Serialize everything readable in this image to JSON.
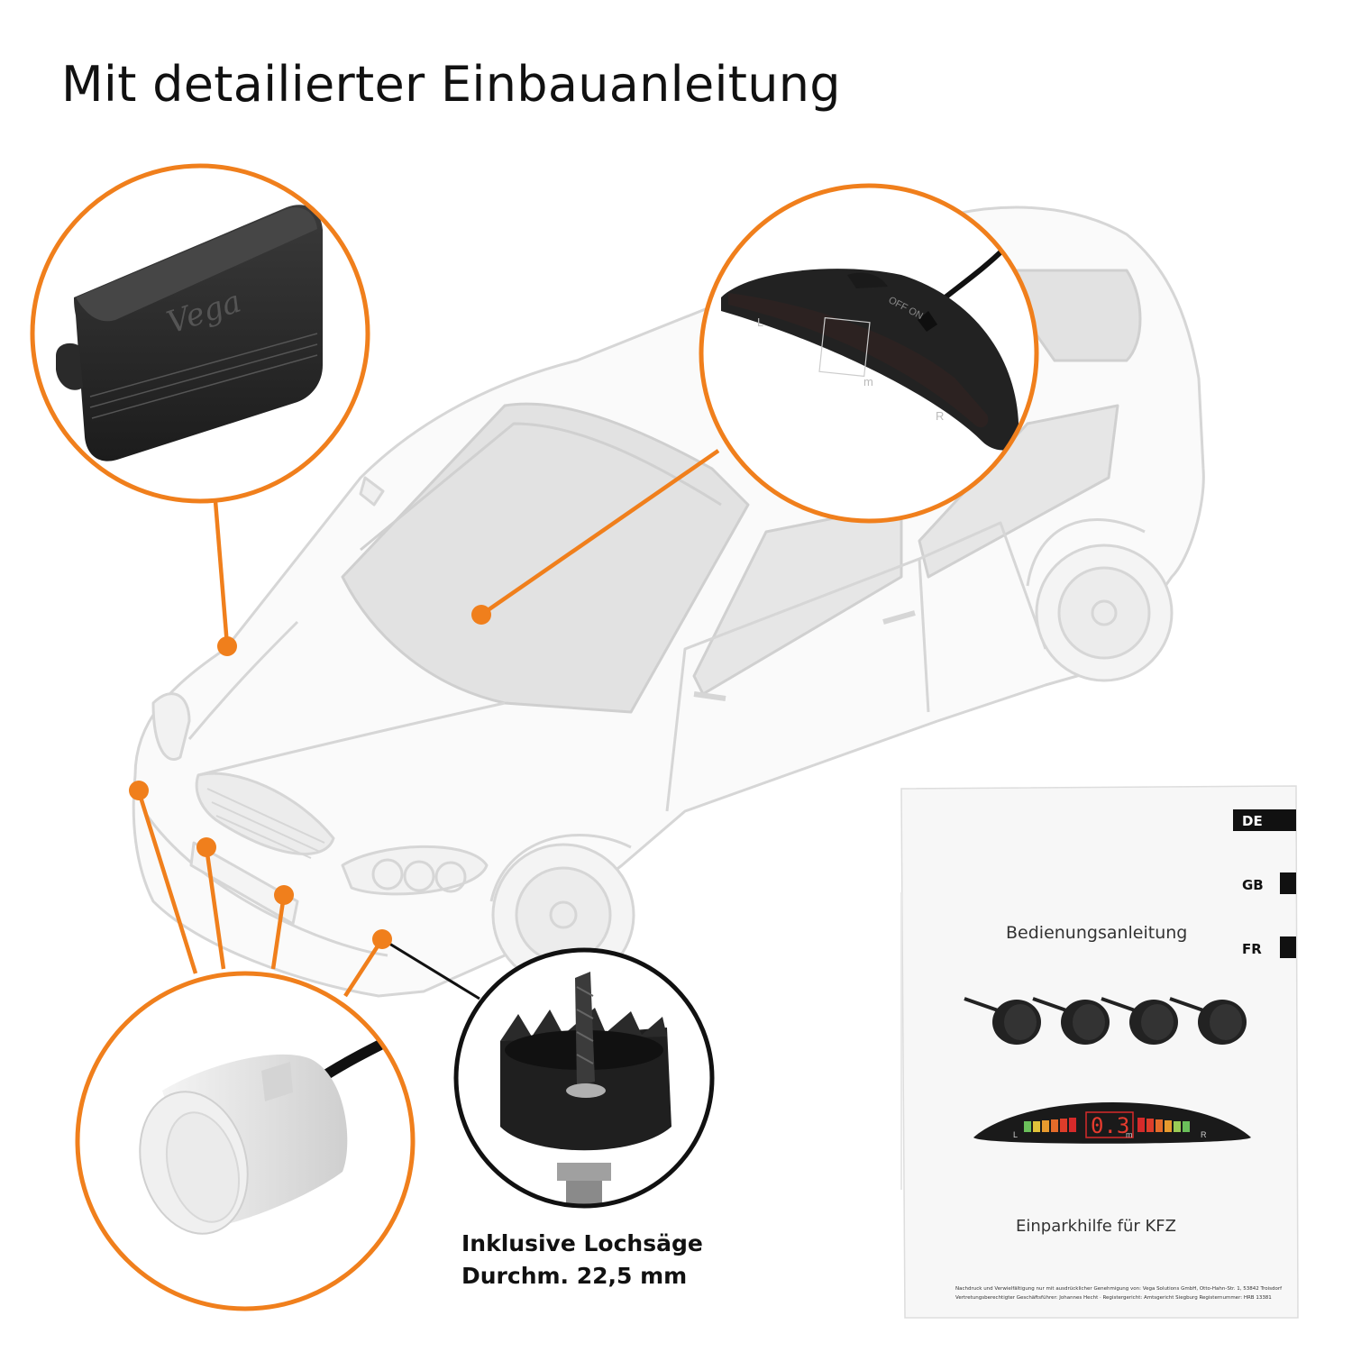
{
  "headline": "Mit detailierter Einbauanleitung",
  "accent_color": "#f07f1c",
  "control_unit": {
    "brand": "Vega"
  },
  "display_unit": {
    "labels": {
      "left": "L",
      "unit": "m",
      "right": "R",
      "switch": "OFF ON"
    }
  },
  "hole_saw_caption": {
    "line1": "Inklusive Lochsäge",
    "line2": "Durchm. 22,5 mm"
  },
  "manual": {
    "lang_tabs": [
      "DE",
      "GB",
      "FR"
    ],
    "title": "Bedienungsanleitung",
    "subtitle": "Einparkhilfe für KFZ",
    "display_readout": "0.3",
    "display_unit": "m",
    "display_left": "L",
    "display_right": "R",
    "footer_line1": "Nachdruck und Verwielfältigung nur mit ausdrücklicher Genehmigung von: Vega Solutions GmbH, Otto-Hahn-Str. 1, 53842 Troisdorf",
    "footer_line2": "Vertretungsberechtigter Geschäftsführer: Johannes Hecht · Registergericht: Amtsgericht Siegburg Registernummer: HRB 13381"
  }
}
